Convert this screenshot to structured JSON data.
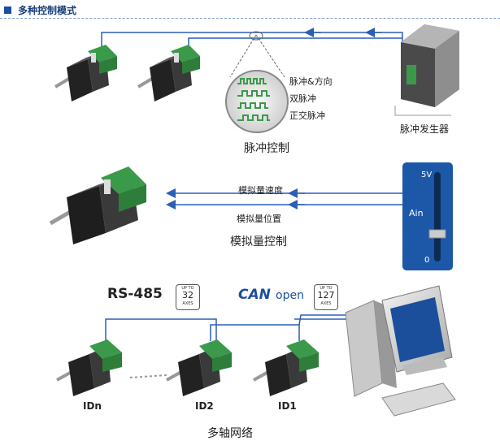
{
  "header": {
    "title": "多种控制模式"
  },
  "pulse": {
    "caption": "脉冲控制",
    "modes": [
      "脉冲&方向",
      "双脉冲",
      "正交脉冲"
    ],
    "generator_label": "脉冲发生器"
  },
  "analog": {
    "caption": "模拟量控制",
    "speed_label": "模拟量速度",
    "position_label": "模拟量位置",
    "slider": {
      "top_label": "5V",
      "ain_label": "Ain",
      "bottom_label": "0"
    }
  },
  "network": {
    "caption": "多轴网络",
    "rs485_label": "RS-485",
    "rs485_badge": {
      "top": "UP TO",
      "num": "32",
      "bottom": "AXES"
    },
    "can_label": "CAN",
    "open_label": "open",
    "can_badge": {
      "top": "UP TO",
      "num": "127",
      "bottom": "AXES"
    },
    "ids": [
      "IDn",
      "ID2",
      "ID1"
    ]
  },
  "colors": {
    "accent_blue": "#1b4f9c",
    "line_blue": "#2a5fb5",
    "panel_blue": "#1d58a8",
    "motor_green": "#3a9a4a"
  }
}
